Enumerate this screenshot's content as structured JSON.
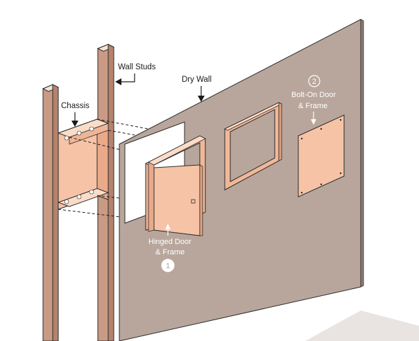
{
  "labels": {
    "wall_studs": "Wall Studs",
    "dry_wall": "Dry Wall",
    "chassis": "Chassis",
    "bolt_on_line1": "Bolt-On Door",
    "bolt_on_line2": "& Frame",
    "hinged_line1": "Hinged Door",
    "hinged_line2": "& Frame",
    "badge_1": "1",
    "badge_2": "2"
  },
  "colors": {
    "drywall": "#b8a69c",
    "stud": "#c99a84",
    "door_peach": "#f6c3a6",
    "frame_peach": "#f0b898",
    "floor": "#e9e4e2",
    "outline": "#2a2a2a"
  }
}
